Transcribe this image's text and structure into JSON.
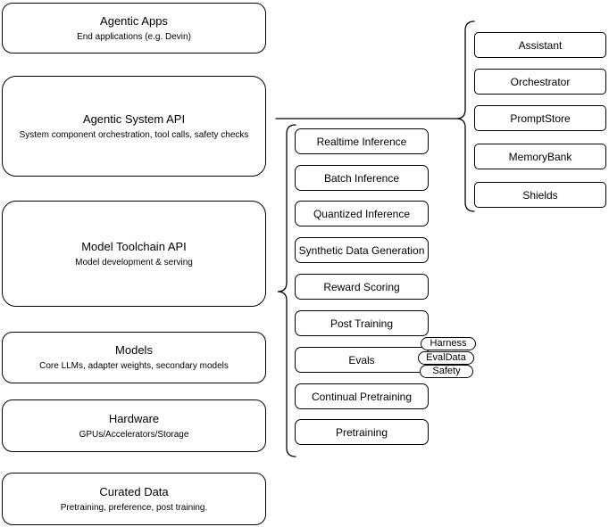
{
  "colors": {
    "stroke": "#000000",
    "fill": "#ffffff",
    "background": "#ffffff",
    "text": "#000000"
  },
  "left_stack": [
    {
      "title": "Agentic Apps",
      "subtitle": "End applications (e.g. Devin)"
    },
    {
      "title": "Agentic System API",
      "subtitle": "System component orchestration, tool calls, safety checks"
    },
    {
      "title": "Model Toolchain API",
      "subtitle": "Model development & serving"
    },
    {
      "title": "Models",
      "subtitle": "Core LLMs, adapter weights, secondary models"
    },
    {
      "title": "Hardware",
      "subtitle": "GPUs/Accelerators/Storage"
    },
    {
      "title": "Curated Data",
      "subtitle": "Pretraining, preference, post training."
    }
  ],
  "pipeline_stack": [
    "Realtime Inference",
    "Batch Inference",
    "Quantized Inference",
    "Synthetic Data Generation",
    "Reward Scoring",
    "Post Training",
    "Evals",
    "Continual Pretraining",
    "Pretraining"
  ],
  "eval_tags": [
    "Harness",
    "EvalData",
    "Safety"
  ],
  "agentic_components": [
    "Assistant",
    "Orchestrator",
    "PromptStore",
    "MemoryBank",
    "Shields"
  ]
}
